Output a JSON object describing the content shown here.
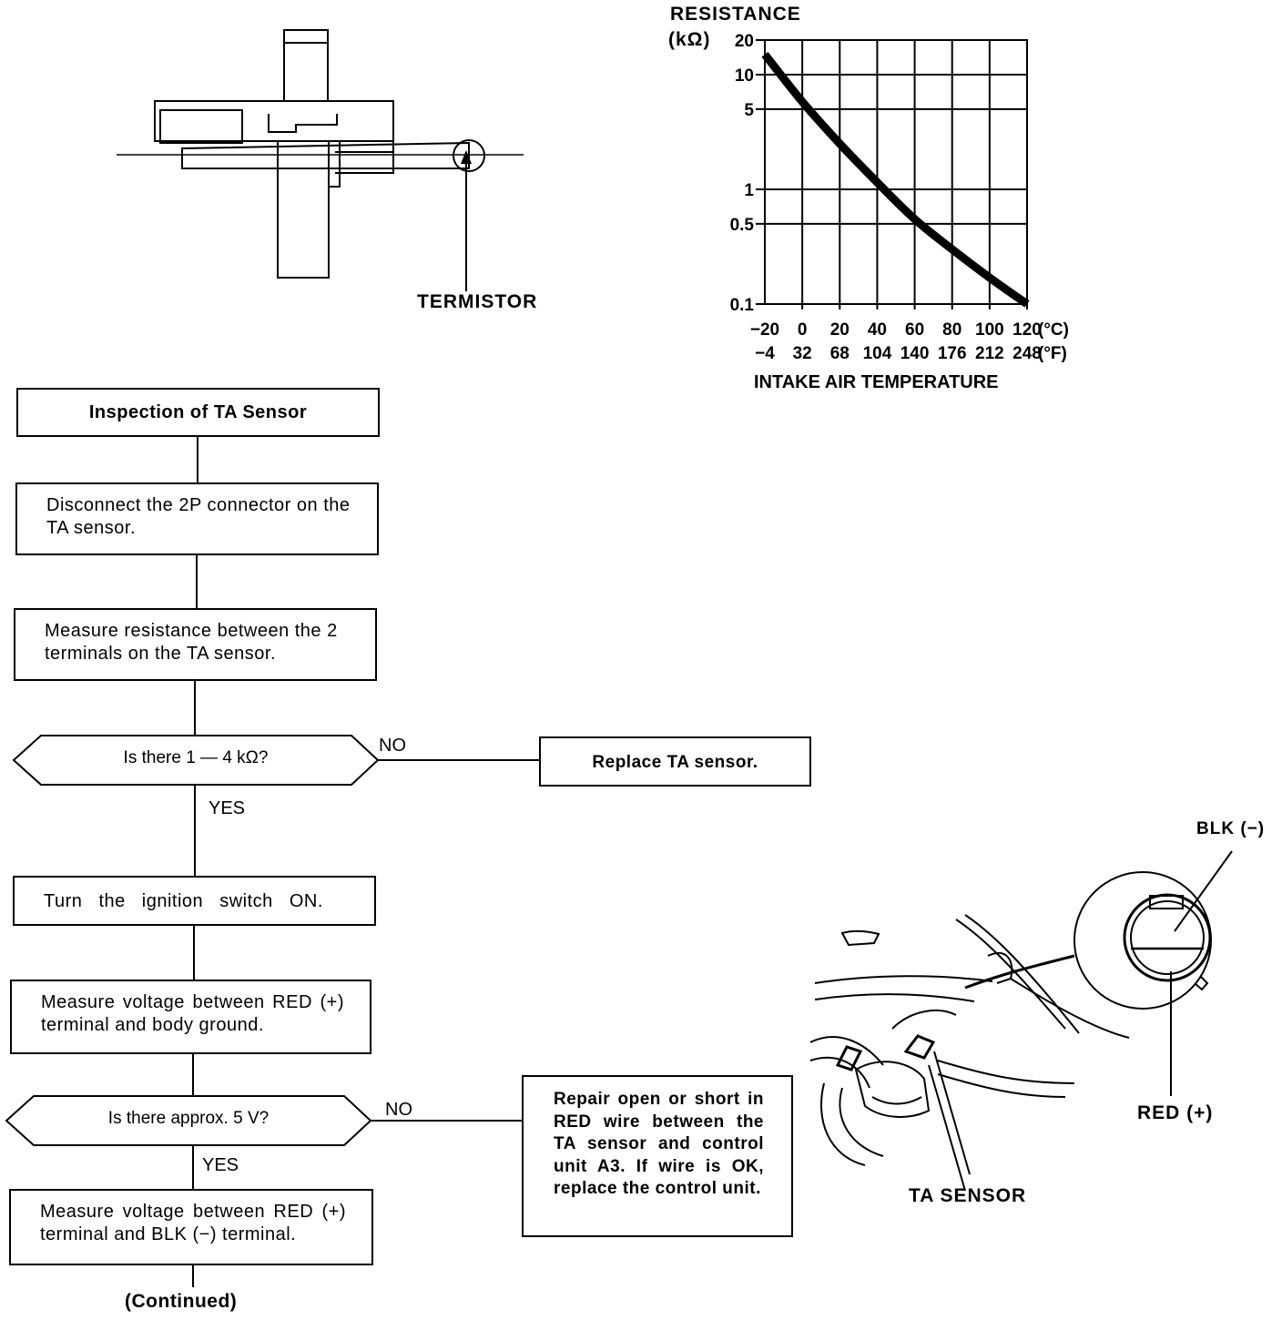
{
  "sensor_drawing": {
    "label": "TERMISTOR"
  },
  "resistance_chart": {
    "y_title": "RESISTANCE",
    "y_unit": "(kΩ)",
    "y_ticks": [
      "20",
      "10",
      "5",
      "1",
      "0.5",
      "0.1"
    ],
    "x_ticks_c": [
      "−20",
      "0",
      "20",
      "40",
      "60",
      "80",
      "100",
      "120"
    ],
    "x_unit_c": "(°C)",
    "x_ticks_f": [
      "−4",
      "32",
      "68",
      "104",
      "140",
      "176",
      "212",
      "248"
    ],
    "x_unit_f": "(°F)",
    "x_title": "INTAKE AIR TEMPERATURE"
  },
  "chart_data": {
    "type": "line",
    "title": "",
    "xlabel": "INTAKE AIR TEMPERATURE",
    "ylabel": "RESISTANCE (kΩ)",
    "y_scale": "log",
    "xlim": [
      -20,
      120
    ],
    "ylim": [
      0.1,
      20
    ],
    "grid": true,
    "x": [
      -20,
      0,
      20,
      40,
      60,
      80,
      100,
      120
    ],
    "series": [
      {
        "values": [
          15,
          5.8,
          2.5,
          1.15,
          0.55,
          0.3,
          0.17,
          0.1
        ]
      }
    ]
  },
  "flowchart": {
    "title": "Inspection of TA Sensor",
    "step1": "Disconnect the 2P connector on the TA sensor.",
    "step2": "Measure resistance between the 2 terminals on the TA sensor.",
    "decision1": "Is there 1 — 4 kΩ?",
    "no1_label": "NO",
    "yes1_label": "YES",
    "no1_action": "Replace TA sensor.",
    "step3": "Turn the ignition switch ON.",
    "step4": "Measure voltage between RED (+) terminal and body ground.",
    "decision2": "Is there approx. 5 V?",
    "no2_label": "NO",
    "yes2_label": "YES",
    "no2_action": "Repair open or short in RED wire between the TA sensor and control unit A3. If wire is OK, replace the control unit.",
    "step5": "Measure voltage between RED (+) terminal and BLK (−) terminal.",
    "continued": "(Continued)"
  },
  "connector_illustration": {
    "blk_label": "BLK (−)",
    "red_label": "RED (+)",
    "sensor_label": "TA SENSOR"
  }
}
